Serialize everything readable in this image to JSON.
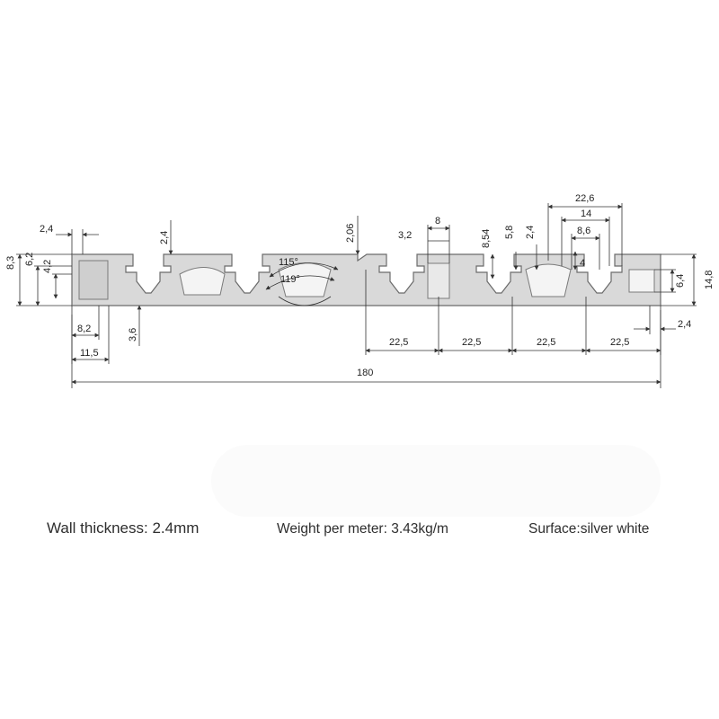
{
  "drawing": {
    "dimensions": {
      "d_2_4_top_left": "2,4",
      "d_8_3": "8,3",
      "d_6_2": "6,2",
      "d_4_2": "4,2",
      "d_2_4_slot1": "2,4",
      "d_3_6": "3,6",
      "d_8_2": "8,2",
      "d_11_5": "11,5",
      "angle_115": "115°",
      "angle_119": "119°",
      "d_2_06": "2,06",
      "d_3_2": "3,2",
      "d_8": "8",
      "d_8_54": "8,54",
      "d_5_8": "5,8",
      "d_2_4_mid": "2,4",
      "d_22_6": "22,6",
      "d_14": "14",
      "d_8_6": "8,6",
      "d_4": "4",
      "d_6_4": "6,4",
      "d_14_8": "14,8",
      "d_2_4_right": "2,4",
      "pitch_1": "22,5",
      "pitch_2": "22,5",
      "pitch_3": "22,5",
      "pitch_4": "22,5",
      "overall_width": "180"
    },
    "colors": {
      "profile_fill": "#d9d9d9",
      "profile_stroke": "#6b6b6b",
      "dim_line": "#333333"
    }
  },
  "specs": {
    "wall_thickness": "Wall thickness: 2.4mm",
    "weight": "Weight per meter: 3.43kg/m",
    "surface": "Surface:silver white"
  }
}
